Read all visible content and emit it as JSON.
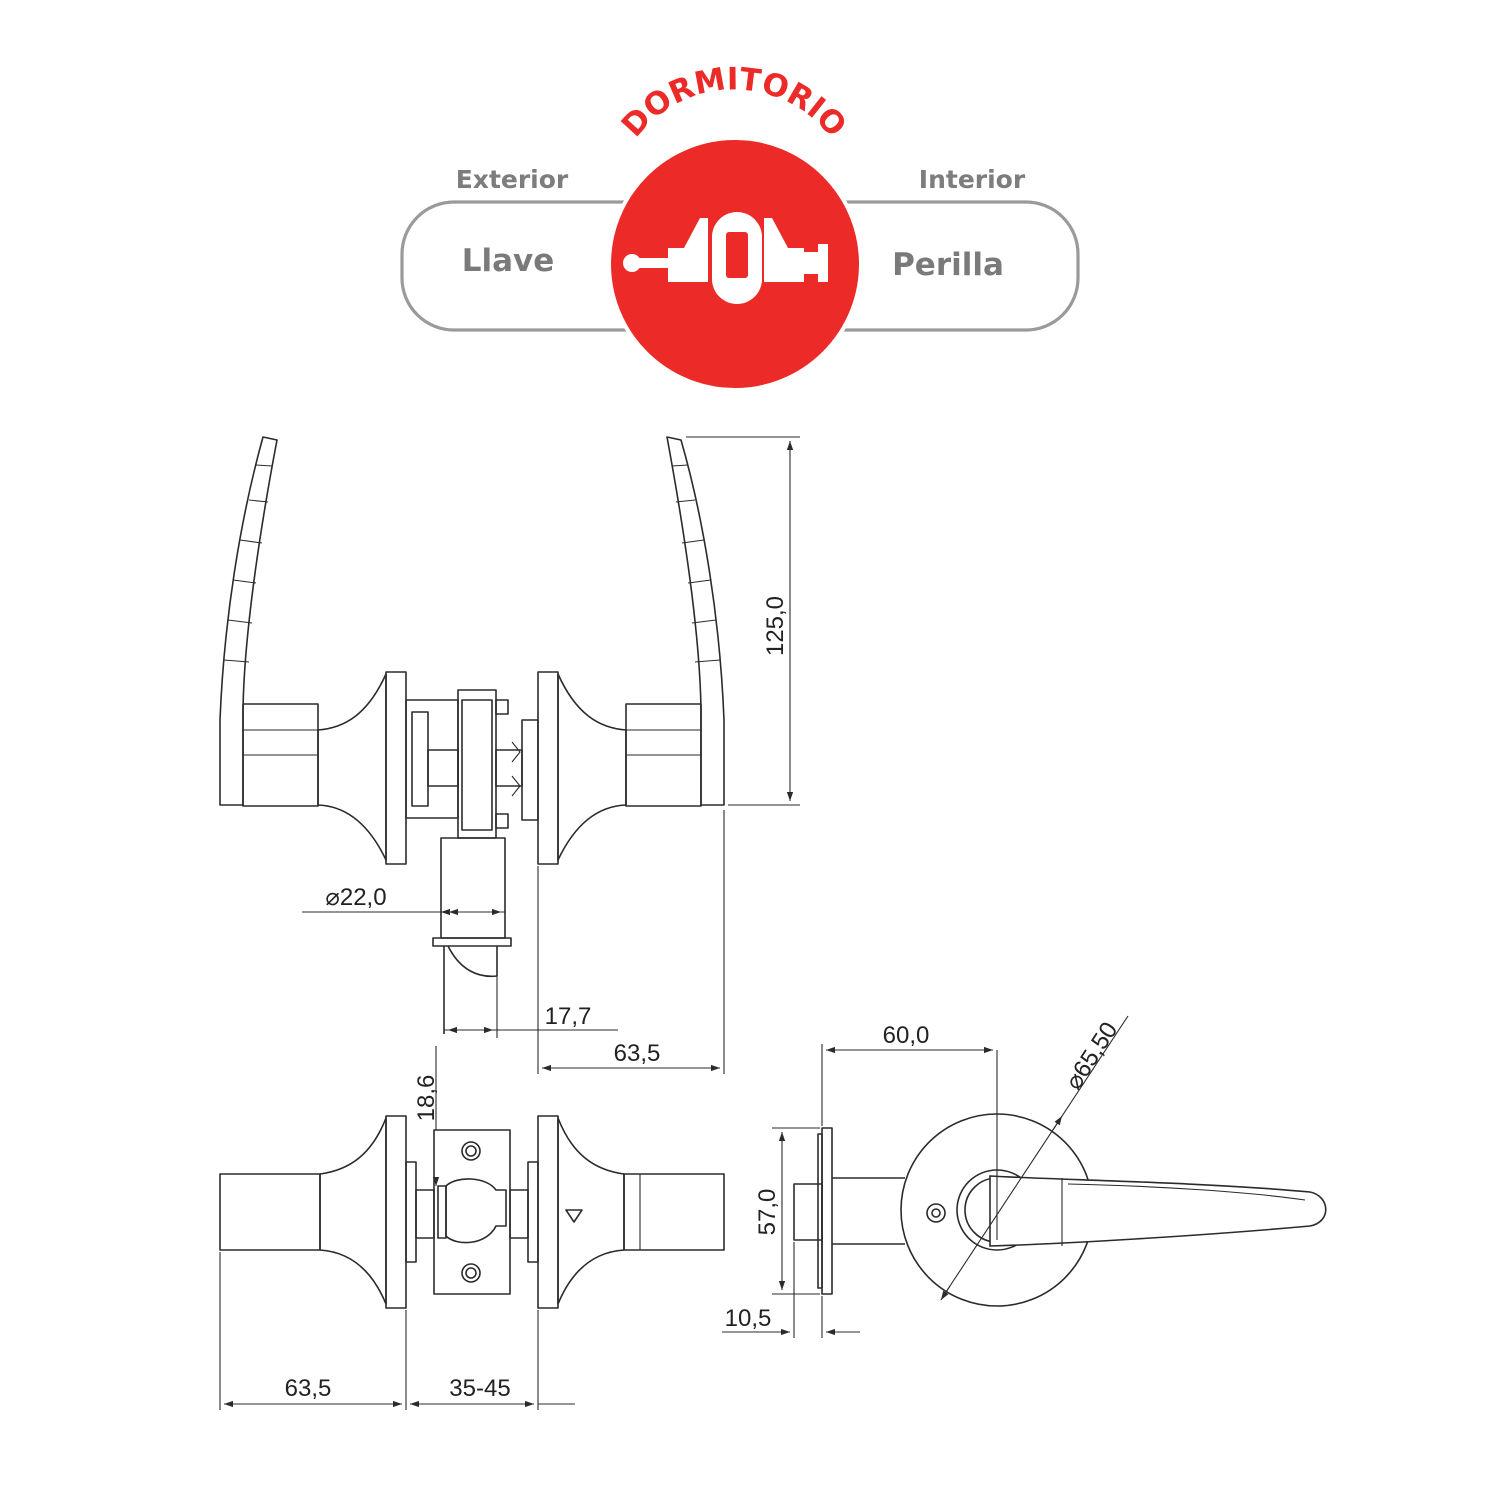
{
  "colors": {
    "accent_red": "#ec2a27",
    "legend_grey": "#7a7a7a",
    "line": "#2b2b2b"
  },
  "legend": {
    "badge_title": "DORMITORIO",
    "exterior_label": "Exterior",
    "interior_label": "Interior",
    "exterior_value": "Llave",
    "interior_value": "Perilla",
    "badge_icon": "lock-mechanism-icon"
  },
  "dimensions": {
    "height_lever": "125,0",
    "diameter_cylinder": "⌀22,0",
    "latch_offset": "17,7",
    "rose_to_lever_top": "63,5",
    "latch_plate_height": "18,6",
    "lever_length_bottom": "63,5",
    "door_thickness": "35-45",
    "side_lever_reach": "60,0",
    "rose_diameter": "⌀65,50",
    "side_height": "57,0",
    "rose_thickness": "10,5"
  }
}
